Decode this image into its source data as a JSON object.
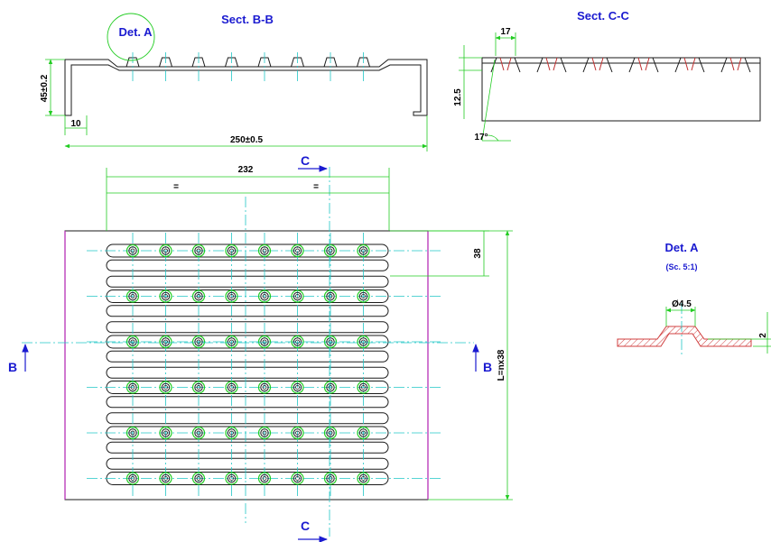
{
  "views": {
    "section_bb": {
      "title": "Sect. B-B",
      "detail_callout": "Det. A",
      "height_dim": "45±0.2",
      "flange_dim": "10",
      "width_dim": "250±0.5"
    },
    "section_cc": {
      "title": "Sect. C-C",
      "pitch_dim": "17",
      "depth_dim": "12.5",
      "angle_dim": "17°"
    },
    "plan": {
      "width_dim": "232",
      "equal_left": "=",
      "equal_right": "=",
      "pitch_dim": "38",
      "length_dim": "L=nx38",
      "cut_c": "C",
      "cut_b": "B"
    },
    "detail_a": {
      "title": "Det. A",
      "scale": "(Sc. 5:1)",
      "hole_dim": "Ø4.5",
      "thickness_dim": "2"
    }
  },
  "colors": {
    "annotation": "#1a1ad0",
    "dimension": "#22cc22",
    "centerline": "#21c6c6",
    "outline": "#1a1a1a",
    "edge": "#b020b0",
    "section_fill": "#d04040"
  },
  "counts": {
    "hole_rows": 6,
    "holes_per_row": 8,
    "ribs": 5,
    "teeth_cc": 6
  }
}
